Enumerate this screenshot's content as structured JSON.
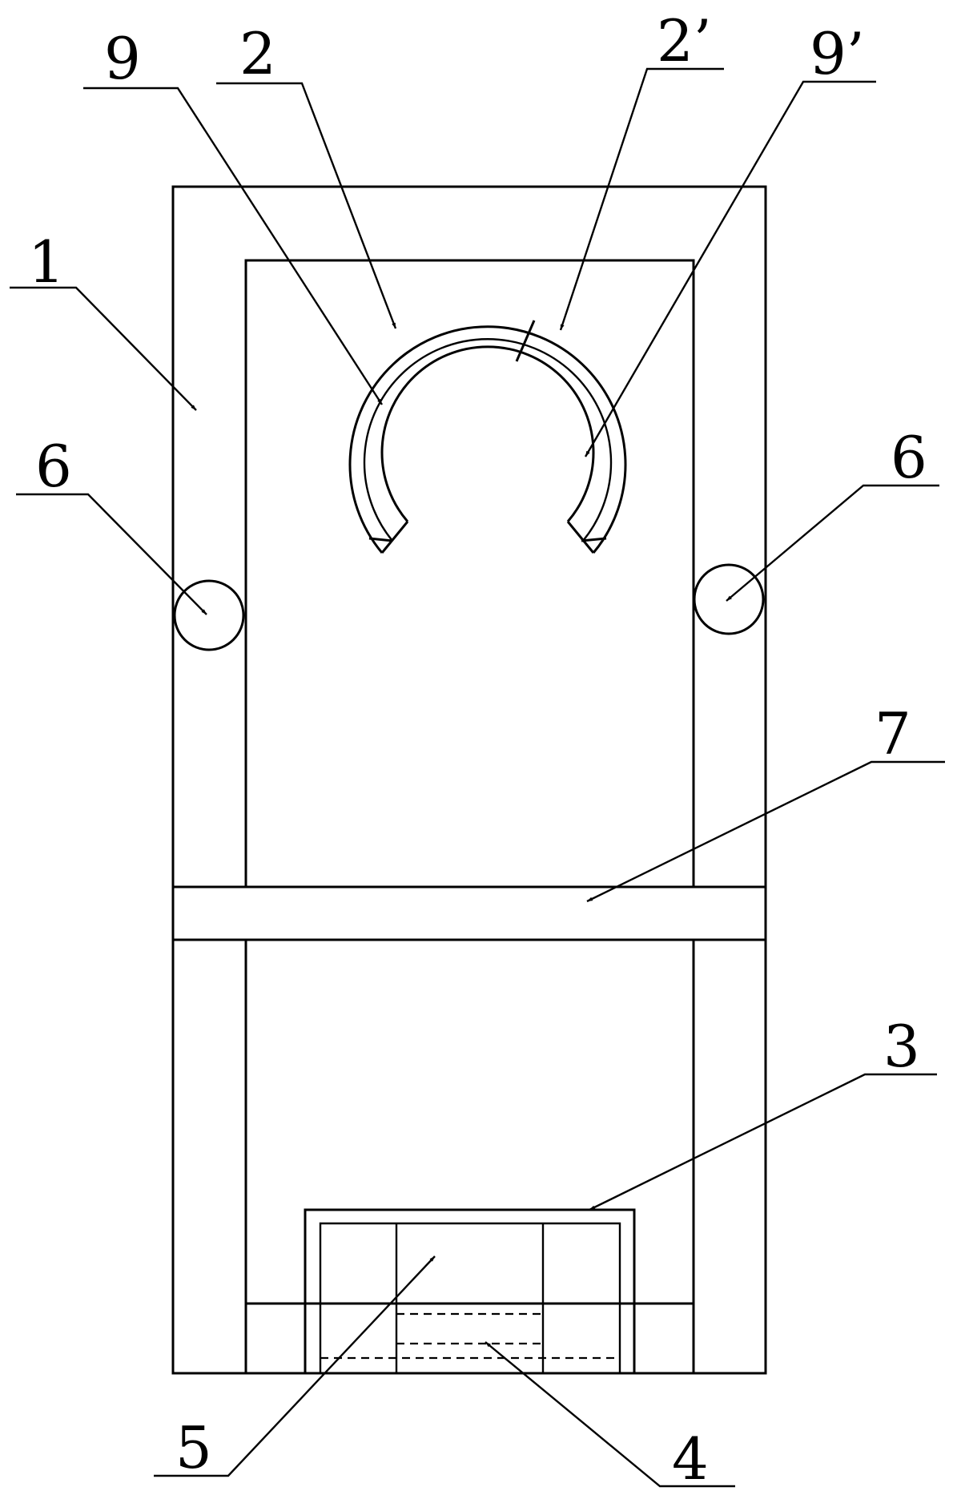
{
  "labels": {
    "l1": "1",
    "l2": "2",
    "l2p": "2’",
    "l3": "3",
    "l4": "4",
    "l5": "5",
    "l6a": "6",
    "l6b": "6",
    "l7": "7",
    "l9": "9",
    "l9p": "9’"
  }
}
